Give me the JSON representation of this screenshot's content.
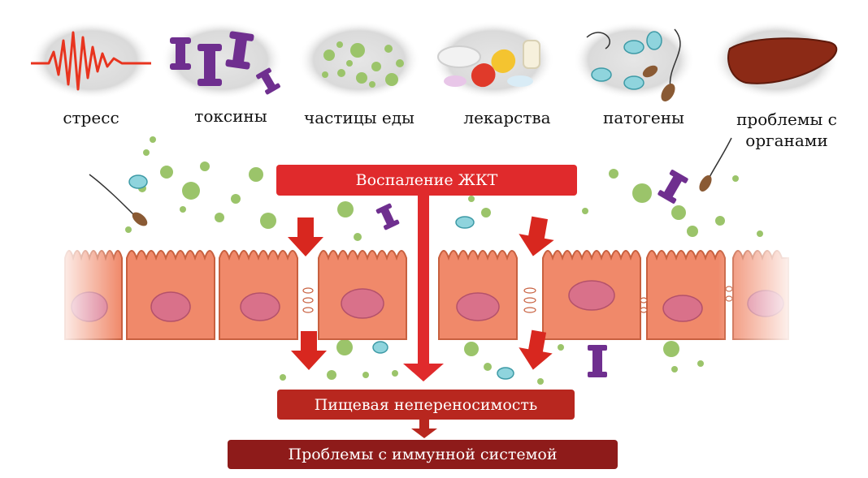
{
  "causes": [
    {
      "id": "stress",
      "label": "стресс",
      "icon": "stress-wave-icon"
    },
    {
      "id": "toxins",
      "label": "токсины",
      "icon": "toxin-molecule-icon"
    },
    {
      "id": "food",
      "label": "частицы еды",
      "icon": "food-particles-icon"
    },
    {
      "id": "drugs",
      "label": "лекарства",
      "icon": "pills-icon"
    },
    {
      "id": "pathogens",
      "label": "патогены",
      "icon": "bacteria-icon"
    },
    {
      "id": "organs",
      "label": "проблемы с органами",
      "icon": "liver-icon"
    }
  ],
  "flow": {
    "inflammation": "Воспаление ЖКТ",
    "intolerance": "Пищевая непереносимость",
    "immune": "Проблемы с иммунной системой"
  },
  "colors": {
    "red_primary": "#e02a2c",
    "red_dark": "#a8211f",
    "red_darker": "#8e1b1a",
    "cell": "#f0896a",
    "nucleus": "#d9718a",
    "particle": "#9bc46a",
    "toxin": "#6f2f8f",
    "bacteria": "#8fd4dd"
  }
}
